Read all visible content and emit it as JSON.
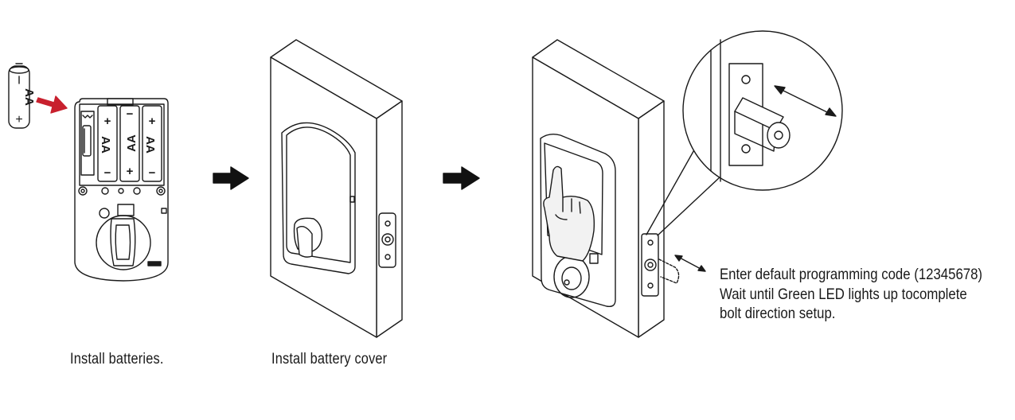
{
  "battery_label": "AA",
  "battery_plus": "+",
  "battery_minus": "−",
  "steps": [
    {
      "caption": "Install batteries."
    },
    {
      "caption": "Install battery cover"
    },
    {
      "lines": [
        "Enter default programming code  (12345678)",
        "Wait until Green LED lights up tocomplete",
        "bolt direction setup."
      ]
    }
  ],
  "colors": {
    "insert_arrow": "#c8202e",
    "step_arrow": "#111111",
    "line_art": "#1a1a1a"
  }
}
